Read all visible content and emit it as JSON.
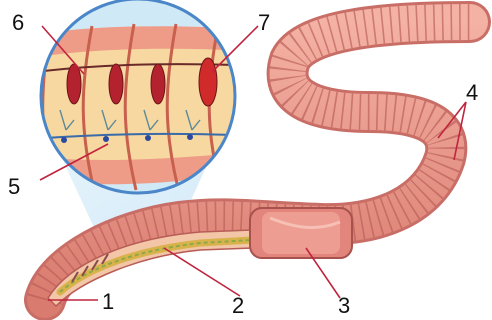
{
  "labels": {
    "n1": "1",
    "n2": "2",
    "n3": "3",
    "n4": "4",
    "n5": "5",
    "n6": "6",
    "n7": "7"
  },
  "colors": {
    "body": "#ec9c8c",
    "body_dark": "#c96e66",
    "segment_line": "#b85c57",
    "clitellum": "#e2857c",
    "leader_line": "#c0243e",
    "magnifier_ring": "#4a86c8",
    "magnifier_glow": "#bfe0f4"
  }
}
